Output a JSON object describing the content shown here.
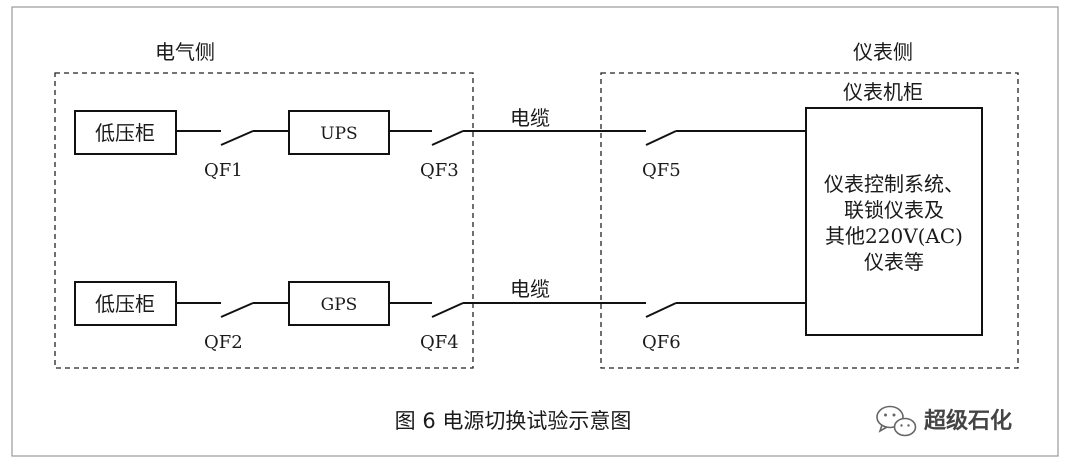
{
  "diagram": {
    "electrical_side": {
      "title": "电气侧"
    },
    "instrument_side": {
      "title": "仪表侧",
      "cabinet_title": "仪表机柜"
    },
    "cabinet_content": [
      "仪表控制系统、",
      "联锁仪表及",
      "其他220V(AC)",
      "仪表等"
    ],
    "top_row": {
      "source": "低压柜",
      "ups": "UPS",
      "breakers": [
        "QF1",
        "QF3",
        "QF5"
      ],
      "cable": "电缆"
    },
    "bottom_row": {
      "source": "低压柜",
      "gps": "GPS",
      "breakers": [
        "QF2",
        "QF4",
        "QF6"
      ],
      "cable": "电缆"
    },
    "caption": "图 6 电源切换试验示意图"
  },
  "watermark": {
    "text": "超级石化",
    "icon": "wechat-icon"
  }
}
